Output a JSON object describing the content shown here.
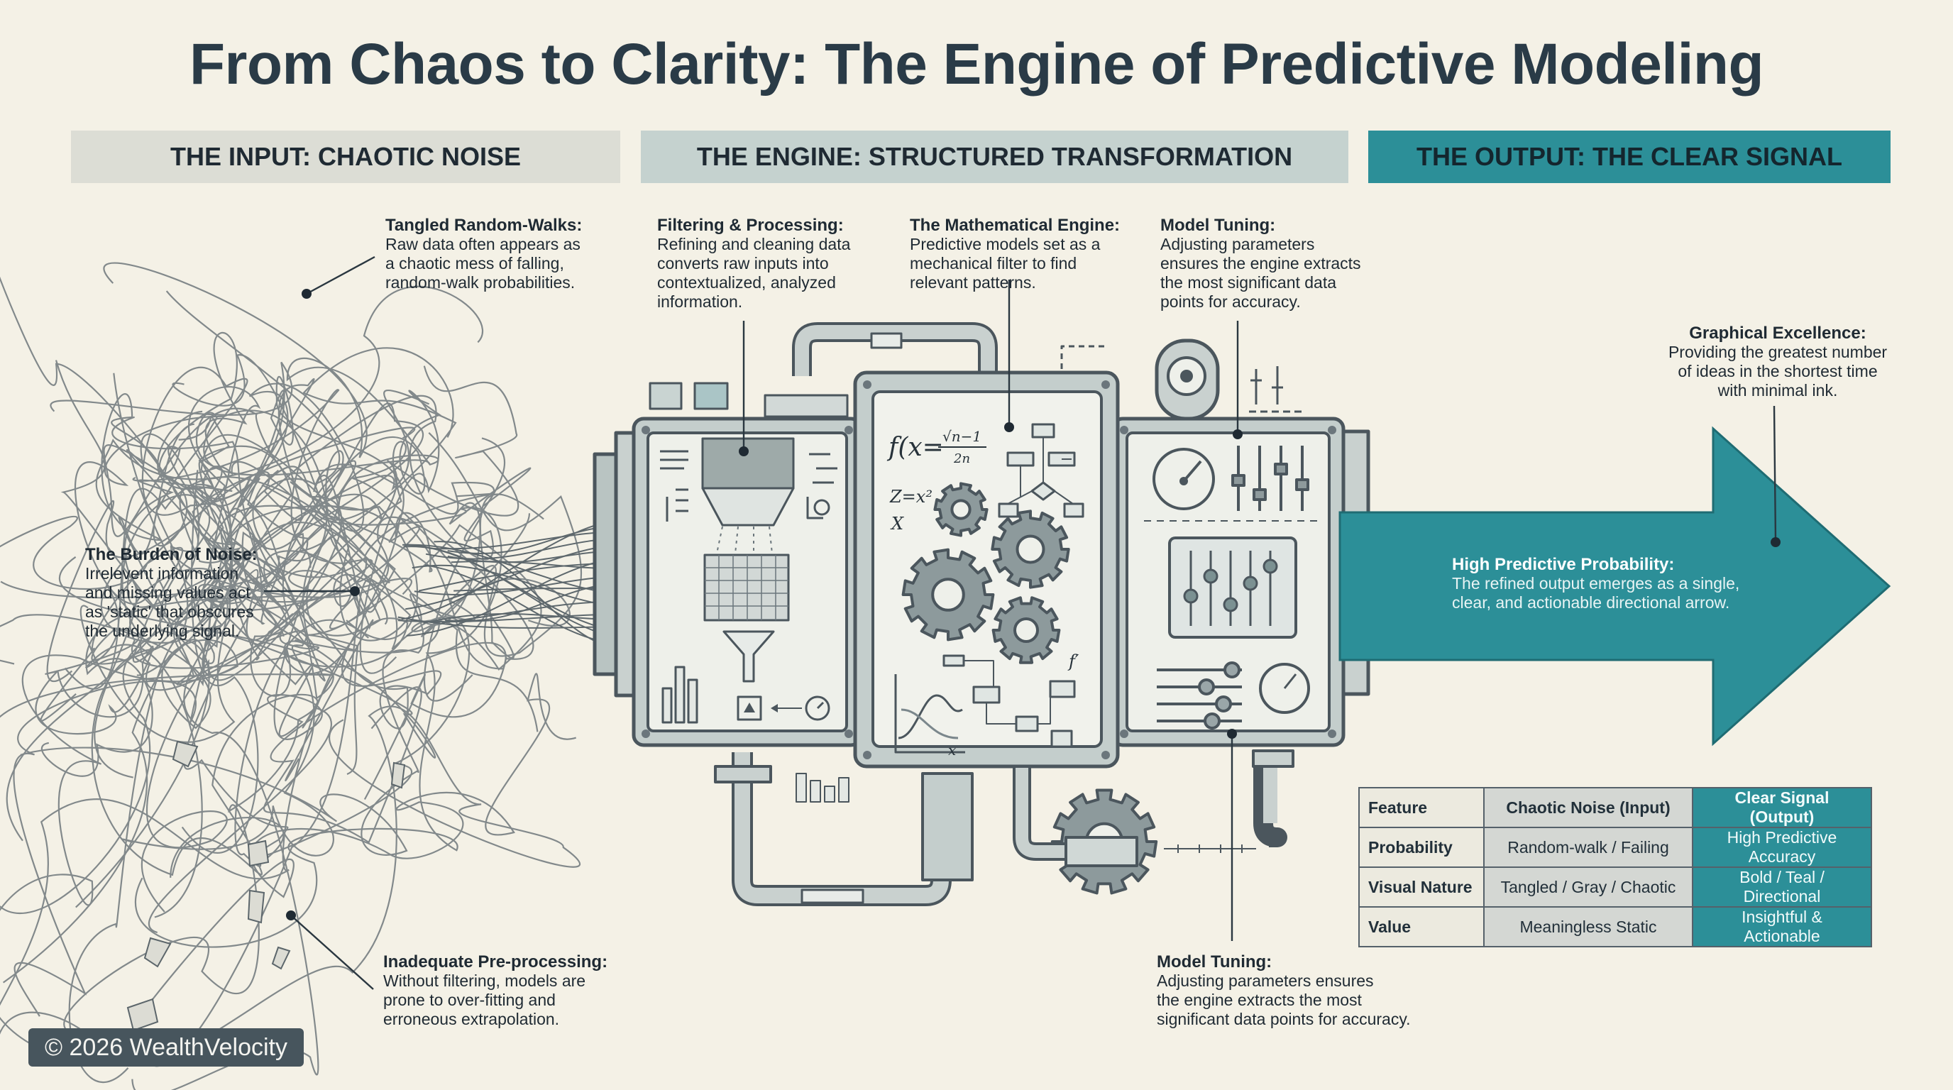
{
  "title": "From Chaos to Clarity: The Engine of Predictive Modeling",
  "headers": {
    "input": "THE INPUT: CHAOTIC NOISE",
    "engine": "THE ENGINE: STRUCTURED TRANSFORMATION",
    "output": "THE OUTPUT: THE CLEAR SIGNAL"
  },
  "annotations": {
    "tangled": {
      "title": "Tangled Random-Walks:",
      "lines": [
        "Raw data often appears as",
        "a chaotic mess of falling,",
        "random-walk probabilities."
      ]
    },
    "burden": {
      "title": "The Burden of Noise:",
      "lines": [
        "Irrelevent information",
        "and missing values act",
        "as 'static' that obscures",
        "the underlying signal."
      ]
    },
    "preprocessing": {
      "title": "Inadequate Pre-processing:",
      "lines": [
        "Without filtering, models are",
        "prone to over-fitting and",
        "erroneous extrapolation."
      ]
    },
    "filtering": {
      "title": "Filtering & Processing:",
      "lines": [
        "Refining and cleaning data",
        "converts raw inputs into",
        "contextualized, analyzed",
        "information."
      ]
    },
    "math_engine": {
      "title": "The Mathematical Engine:",
      "lines": [
        "Predictive models set as a",
        "mechanical filter to find",
        "relevant patterns."
      ]
    },
    "tuning_top": {
      "title": "Model Tuning:",
      "lines": [
        "Adjusting parameters",
        "ensures the engine extracts",
        "the most significant data",
        "points for accuracy."
      ]
    },
    "graphical": {
      "title": "Graphical Excellence:",
      "lines": [
        "Providing the greatest number",
        "of ideas in the shortest time",
        "with minimal ink."
      ]
    },
    "high_prob": {
      "title": "High Predictive Probability:",
      "lines": [
        "The refined output emerges as a single,",
        "clear, and actionable directional arrow."
      ]
    },
    "tuning_bottom": {
      "title": "Model Tuning:",
      "lines": [
        "Adjusting parameters ensures",
        "the engine extracts the most",
        "significant data points for accuracy."
      ]
    }
  },
  "table": {
    "columns": [
      "Feature",
      "Chaotic Noise (Input)",
      "Clear Signal (Output)"
    ],
    "rows": [
      [
        "Probability",
        "Random-walk / Failing",
        "High Predictive Accuracy"
      ],
      [
        "Visual Nature",
        "Tangled / Gray / Chaotic",
        "Bold / Teal / Directional"
      ],
      [
        "Value",
        "Meaningless Static",
        "Insightful & Actionable"
      ]
    ]
  },
  "formulas": {
    "f": "f(x=",
    "sqrt": "√n−1",
    "den": "2n",
    "z": "Z=x²",
    "x1": "X",
    "x2": "x",
    "fprime": "f′"
  },
  "copyright": "© 2026 WealthVelocity",
  "colors": {
    "background": "#f4f1e6",
    "teal": "#2c8f98",
    "machine": "#b9c4c2",
    "machine_outline": "#4b565d",
    "noise_lines": "#6b7479",
    "title": "#2a3b47"
  },
  "icons": [
    "gear-icon",
    "gauge-icon",
    "slider-icon",
    "funnel-icon",
    "hopper-icon",
    "pipe-icon",
    "flowchart-icon",
    "bar-chart-icon"
  ]
}
